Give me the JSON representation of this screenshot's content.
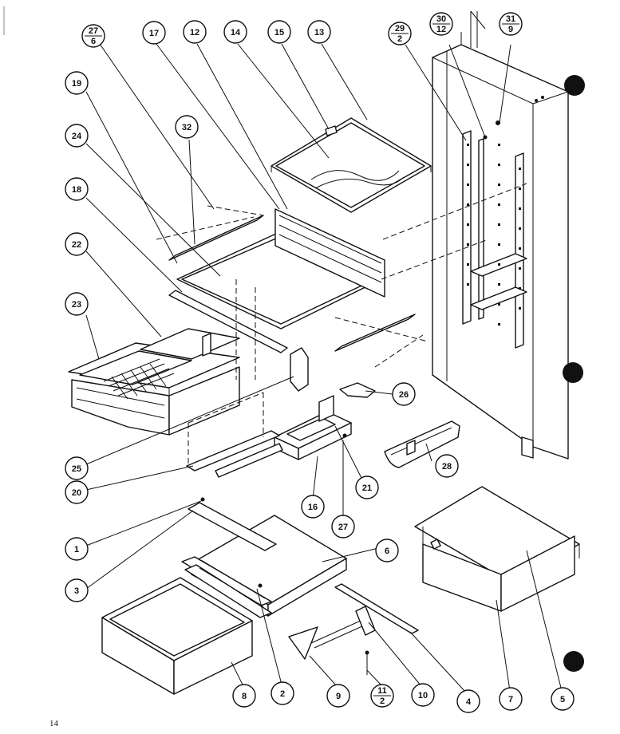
{
  "page_number": "14",
  "callouts": {
    "c27_6": {
      "top": "27",
      "bottom": "6"
    },
    "c17": "17",
    "c12": "12",
    "c14": "14",
    "c15": "15",
    "c13": "13",
    "c29_2": {
      "top": "29",
      "bottom": "2"
    },
    "c30_12": {
      "top": "30",
      "bottom": "12"
    },
    "c31_9": {
      "top": "31",
      "bottom": "9"
    },
    "c19": "19",
    "c32": "32",
    "c24": "24",
    "c18": "18",
    "c22": "22",
    "c23": "23",
    "c26": "26",
    "c25": "25",
    "c28": "28",
    "c20": "20",
    "c16": "16",
    "c21": "21",
    "c27": "27",
    "c1": "1",
    "c6a": "6",
    "c3": "3",
    "c8": "8",
    "c2": "2",
    "c9": "9",
    "c11_2": {
      "top": "11",
      "bottom": "2"
    },
    "c10": "10",
    "c4": "4",
    "c7": "7",
    "c5": "5"
  }
}
